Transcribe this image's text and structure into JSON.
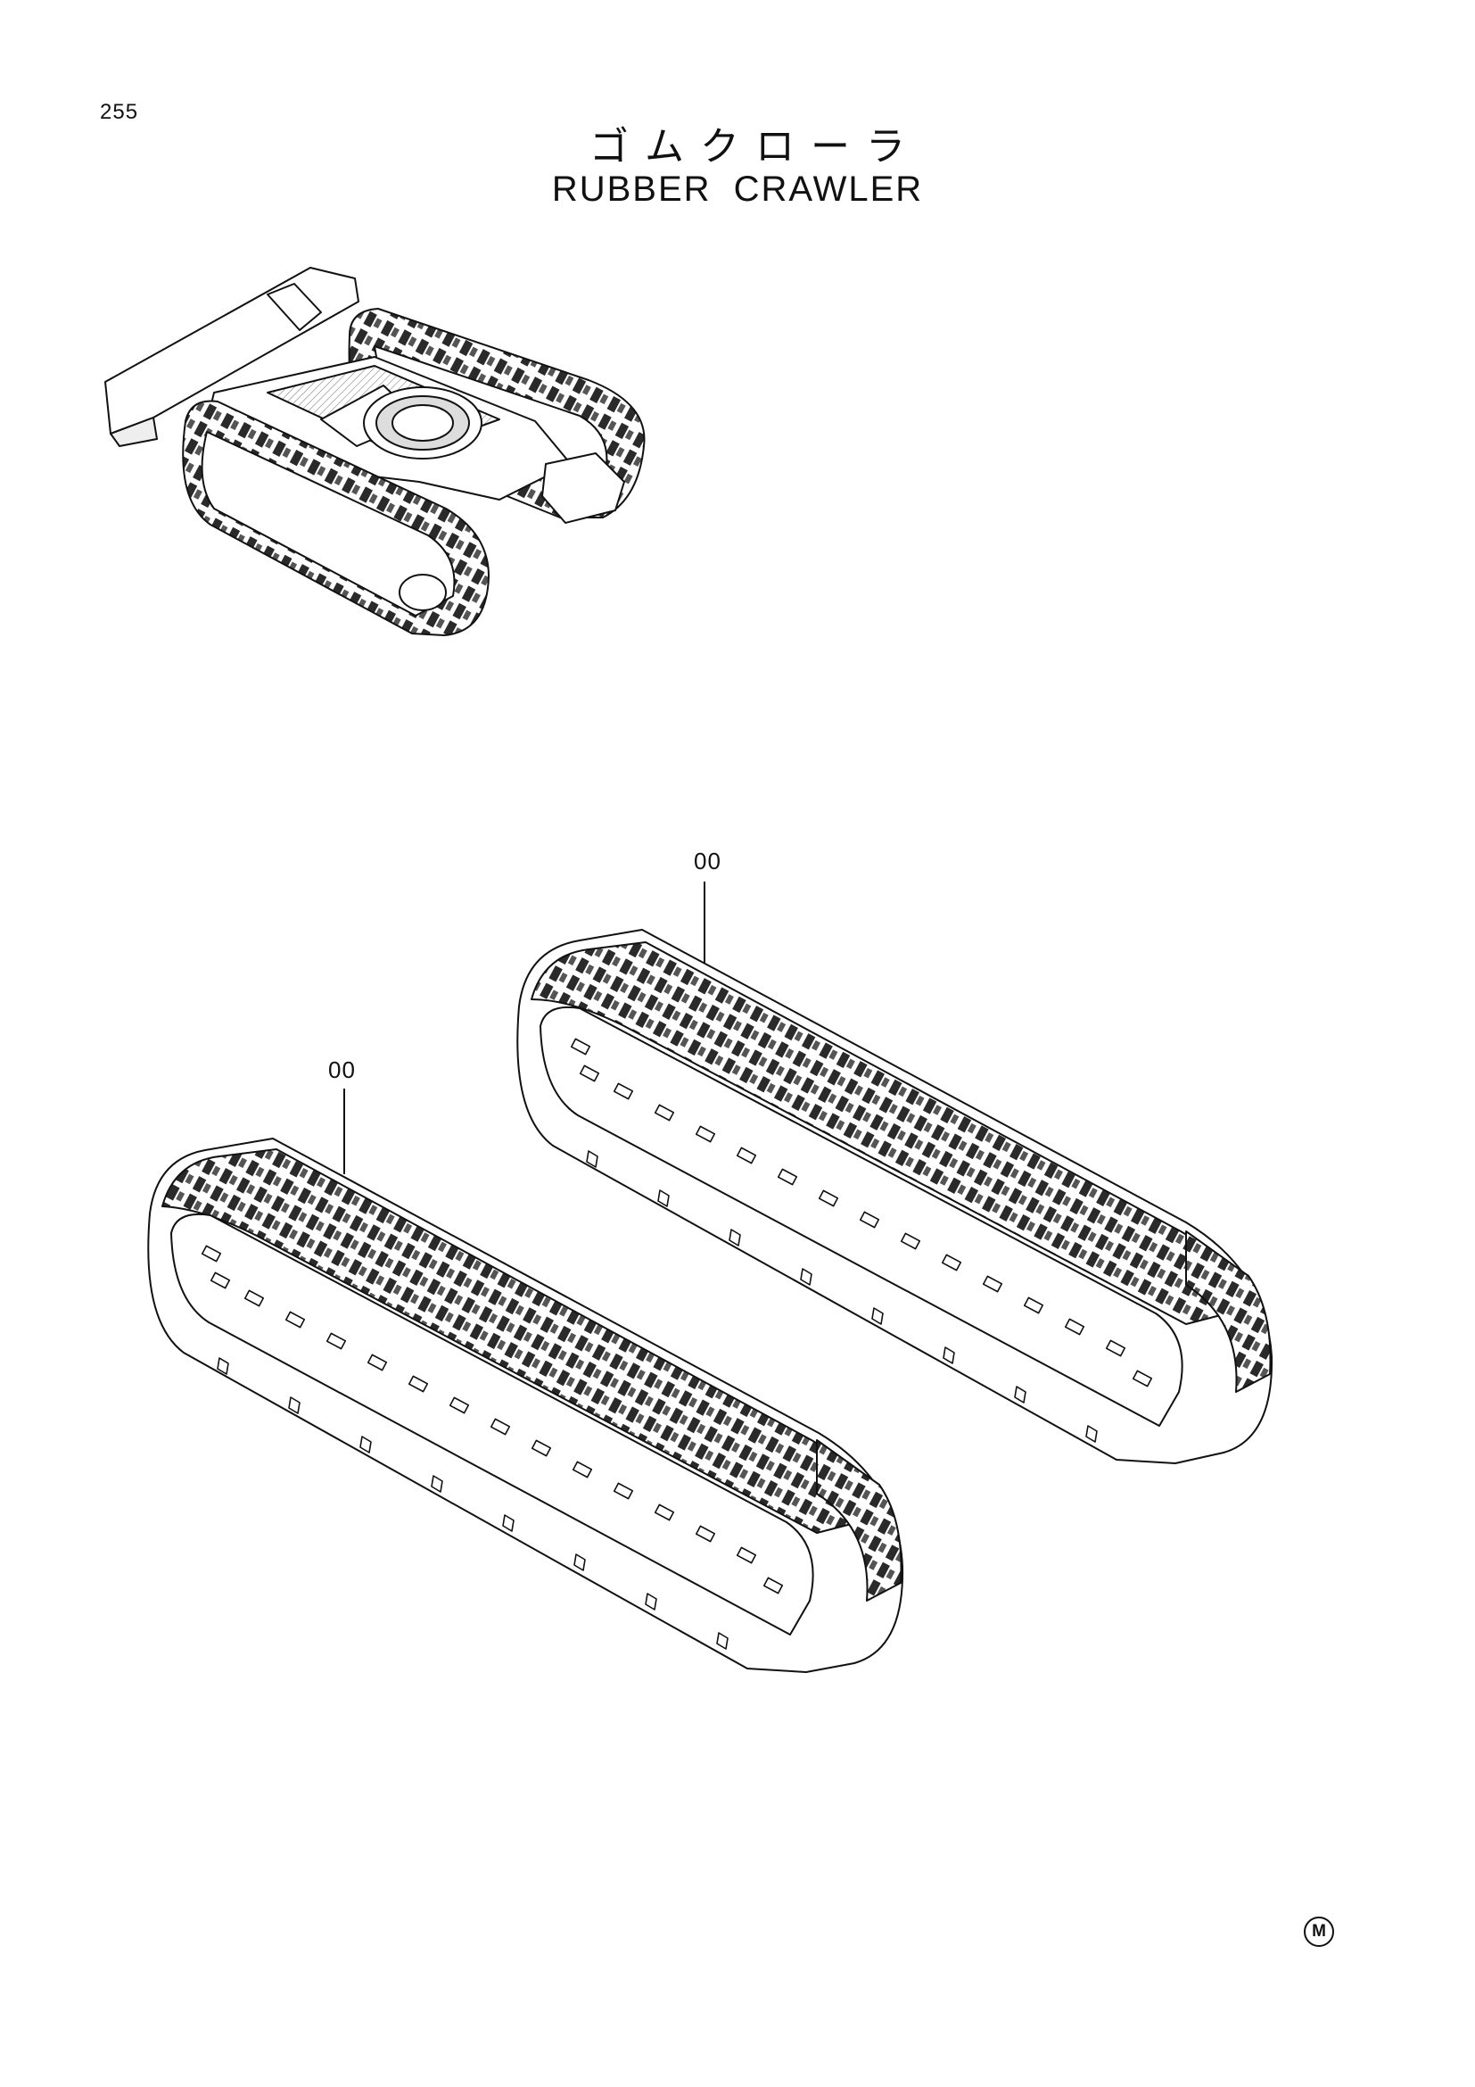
{
  "page": {
    "number": "255"
  },
  "title": {
    "japanese": "ゴムクローラ",
    "english": "RUBBER CRAWLER"
  },
  "parts": [
    {
      "ref": "00"
    },
    {
      "ref": "00"
    }
  ],
  "footer": {
    "mark": "M"
  },
  "icons": [
    "undercarriage-overview-icon",
    "rubber-crawler-track-icon"
  ]
}
